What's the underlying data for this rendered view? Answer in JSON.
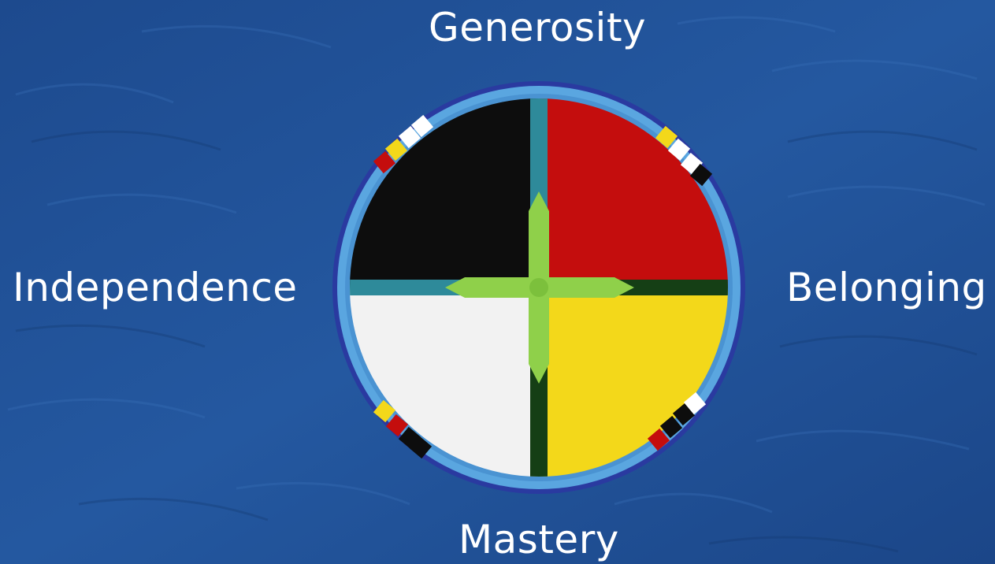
{
  "labels": {
    "top": "Generosity",
    "left": "Independence",
    "right": "Belonging",
    "bottom": "Mastery"
  },
  "colors": {
    "background": "#1f4f93",
    "ring_outer": "#2a3aa0",
    "ring_inner": "#5aa6e0",
    "quadrant_top_left": "#0d0d0d",
    "quadrant_top_right": "#c40d0d",
    "quadrant_bottom_left": "#f2f2f2",
    "quadrant_bottom_right": "#f3d81a",
    "cross_light": "#8fd04a",
    "cross_teal": "#2e8a9a",
    "cross_dark": "#153f15"
  },
  "icons": {
    "wheel": "medicine-wheel-icon"
  }
}
